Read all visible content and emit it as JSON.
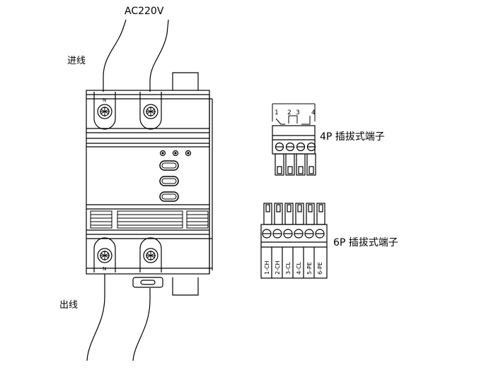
{
  "labels": {
    "supply": "AC220V",
    "incoming": "进线",
    "outgoing": "出线",
    "neutral_top": "N",
    "neutral_bottom": "N",
    "connector_4p": "4P 插拔式端子",
    "connector_6p": "6P 插拔式端子"
  },
  "connector_4p_pins": [
    "1",
    "2",
    "3",
    "4"
  ],
  "connector_6p_pins": [
    "1-CH",
    "2-CH",
    "3-CL",
    "4-CL",
    "5-PE",
    "6-PE"
  ]
}
